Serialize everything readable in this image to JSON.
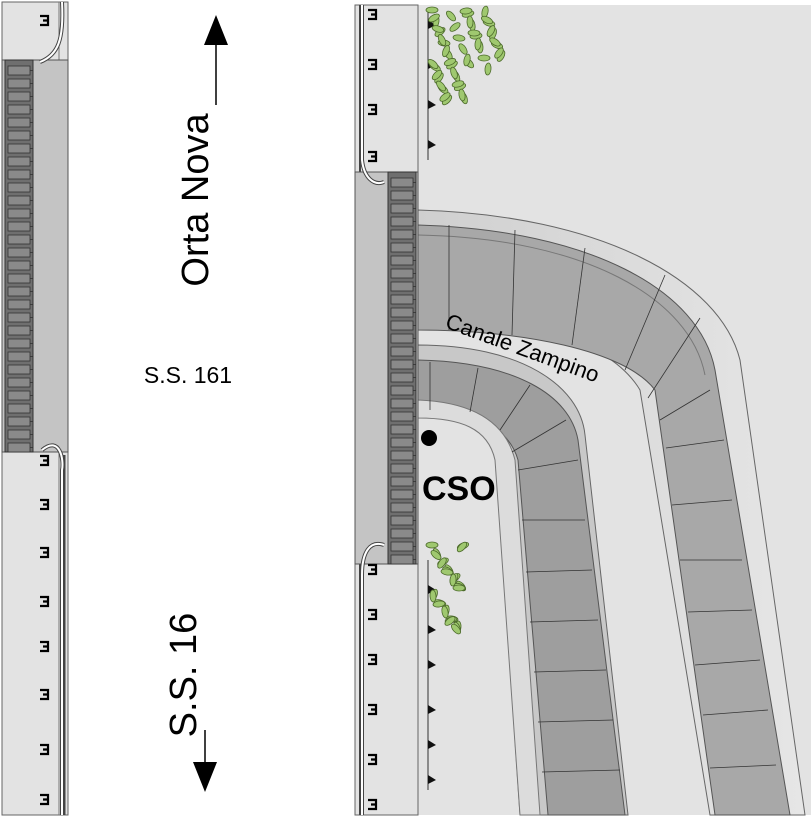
{
  "labels": {
    "north_destination": "Orta Nova",
    "road_main": "S.S. 161",
    "south_destination": "S.S. 16",
    "channel": "Canale Zampino",
    "outfall": "CSO"
  },
  "colors": {
    "road": "#e3e3e3",
    "bridge": "#c0c0c0",
    "channel_bank": "#d6d6d6",
    "channel_bed": "#a8a8a8",
    "vegetation": "#9fc86f"
  }
}
